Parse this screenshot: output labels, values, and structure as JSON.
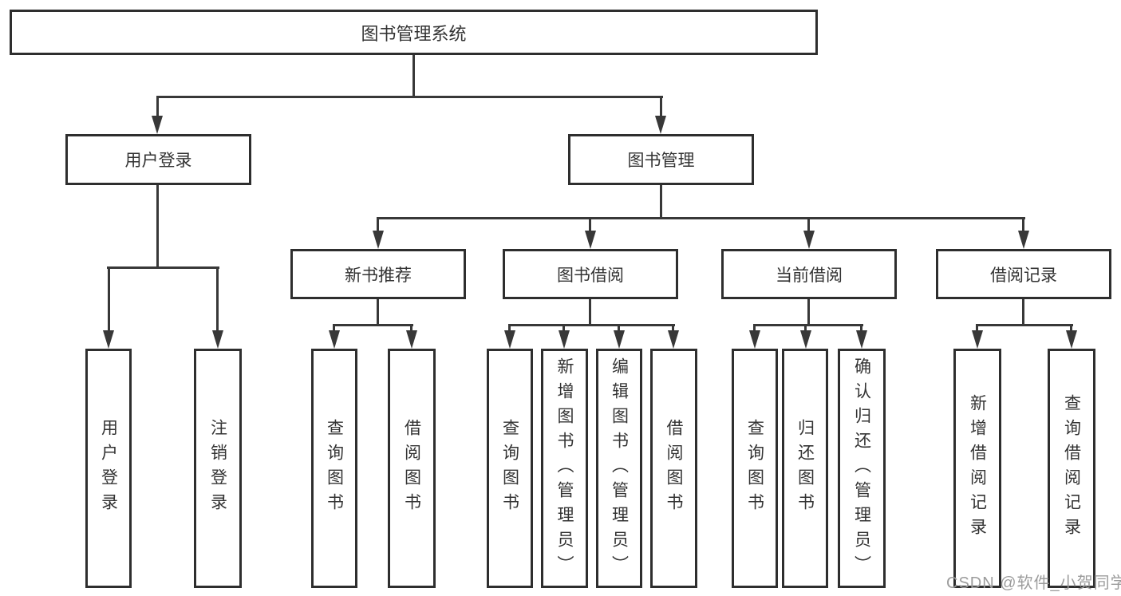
{
  "tree": {
    "label": "图书管理系统",
    "children": [
      {
        "label": "用户登录",
        "children": [
          {
            "label": "用户登录"
          },
          {
            "label": "注销登录"
          }
        ]
      },
      {
        "label": "图书管理",
        "children": [
          {
            "label": "新书推荐",
            "children": [
              {
                "label": "查询图书"
              },
              {
                "label": "借阅图书"
              }
            ]
          },
          {
            "label": "图书借阅",
            "children": [
              {
                "label": "查询图书"
              },
              {
                "label": "新增图书（管理员）"
              },
              {
                "label": "编辑图书（管理员）"
              },
              {
                "label": "借阅图书"
              }
            ]
          },
          {
            "label": "当前借阅",
            "children": [
              {
                "label": "查询图书"
              },
              {
                "label": "归还图书"
              },
              {
                "label": "确认归还（管理员）"
              }
            ]
          },
          {
            "label": "借阅记录",
            "children": [
              {
                "label": "新增借阅记录"
              },
              {
                "label": "查询借阅记录"
              }
            ]
          }
        ]
      }
    ]
  },
  "watermark": {
    "text": "CSDN @软件_小贺同学"
  },
  "colors": {
    "line": "#383838",
    "border": "#2e2e2e",
    "text": "#333333",
    "watermark": "#9c9c9c"
  }
}
